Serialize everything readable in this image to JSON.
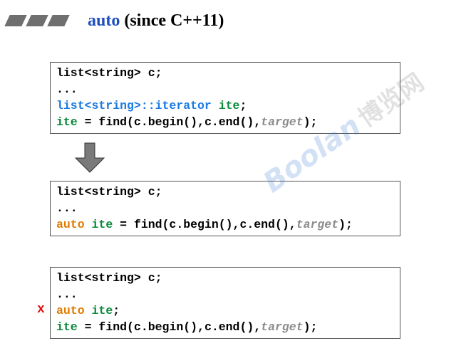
{
  "title": {
    "keyword": "auto",
    "rest": " (since C++11)"
  },
  "box1": {
    "line1": "list<string> c;",
    "line2": "...",
    "line3_type": "list<string>::iterator",
    "line3_var": " ite",
    "line3_end": ";",
    "line4_var": "ite",
    "line4_mid": " = find(c.begin(),c.end(),",
    "line4_arg": "target",
    "line4_end": ");"
  },
  "box2": {
    "line1": "list<string> c;",
    "line2": "...",
    "line3_auto": "auto",
    "line3_var": " ite",
    "line3_mid": " = find(c.begin(),c.end(),",
    "line3_arg": "target",
    "line3_end": ");"
  },
  "box3": {
    "line1": "list<string> c;",
    "line2": "...",
    "line3_auto": "auto",
    "line3_var": " ite",
    "line3_end": ";",
    "line4_var": "ite",
    "line4_mid": " = find(c.begin(),c.end(),",
    "line4_arg": "target",
    "line4_end": ");"
  },
  "error_mark": "x",
  "watermark": {
    "brand": "Boolan",
    "cn": "博览网"
  },
  "colors": {
    "type_blue": "#1a7ae0",
    "var_green": "#0a8a3a",
    "auto_orange": "#e07b00",
    "error_red": "#e01010",
    "title_blue": "#1f4fbf"
  },
  "icons": {
    "arrow": "down-arrow-icon",
    "decoration": "parallelogram-icon"
  }
}
